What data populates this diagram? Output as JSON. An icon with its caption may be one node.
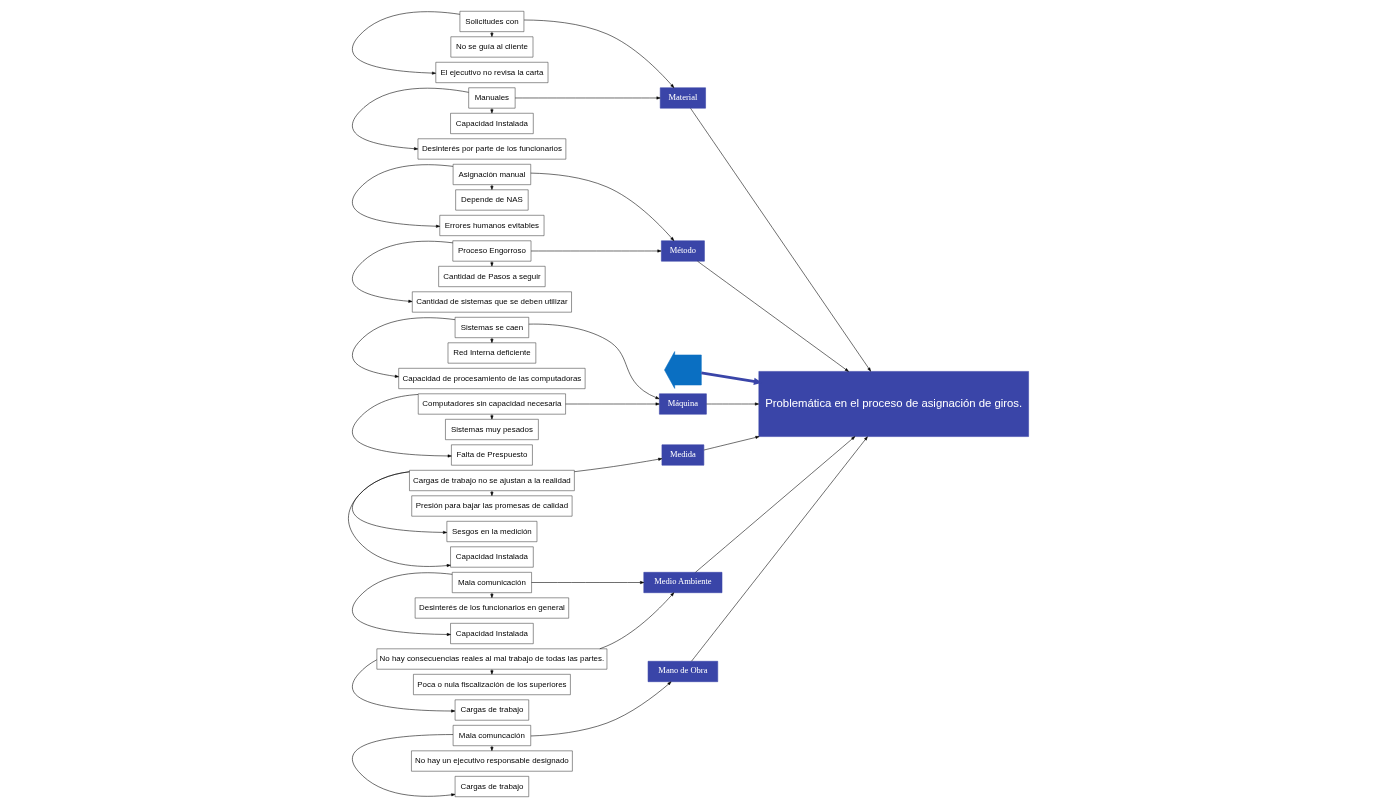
{
  "diagram": {
    "nodes": [
      {
        "text": [
          "Mano de Obra"
        ]
      },
      {
        "text": [
          "Material"
        ]
      },
      {
        "text": [
          "Método"
        ]
      },
      {
        "text": [
          "No hay un ejecutivo responsable designado"
        ]
      },
      {
        "text": [
          "Mala comuncación"
        ]
      },
      {
        "text": [
          "Cargas de trabajo"
        ]
      },
      {
        "text": [
          "No se guía al cliente"
        ]
      },
      {
        "text": [
          "Solicitudes con"
        ]
      },
      {
        "text": [
          "El ejecutivo no revisa la carta"
        ]
      },
      {
        "text": [
          "Capacidad Instalada"
        ]
      },
      {
        "text": [
          "Manuales"
        ]
      },
      {
        "text": [
          "Desinterés por parte de los funcionarios"
        ]
      },
      {
        "text": [
          "Depende de NAS"
        ]
      },
      {
        "text": [
          "Asignación manual"
        ]
      },
      {
        "text": [
          "Errores humanos evitables"
        ]
      },
      {
        "text": [
          "Cantidad de Pasos a seguir"
        ]
      },
      {
        "text": [
          "Proceso Engorroso"
        ]
      },
      {
        "text": [
          "Cantidad de sistemas que se deben utilizar"
        ]
      },
      {
        "text": [],
        "shape": "chevron"
      },
      {
        "text": [
          "Problemática en el proceso de asignación de giros."
        ]
      },
      {
        "text": [
          "Red Interna deficiente"
        ]
      },
      {
        "text": [
          "Sistemas se caen"
        ]
      },
      {
        "text": [
          "Capacidad de procesamiento de las computadoras"
        ]
      },
      {
        "text": [
          "Sistemas muy pesados"
        ]
      },
      {
        "text": [
          "Computadores sin capacidad necesaria"
        ]
      },
      {
        "text": [
          "Falta de Prespuesto"
        ]
      },
      {
        "text": [
          "Presión para bajar las promesas de calidad"
        ]
      },
      {
        "text": [
          "Cargas de trabajo no se ajustan a la realidad"
        ]
      },
      {
        "text": [
          "Sesgos en la medición"
        ]
      },
      {
        "text": [
          "Capacidad Instalada"
        ]
      },
      {
        "text": [
          "Desinterés de los funcionarios en general"
        ]
      },
      {
        "text": [
          "Mala comunicación"
        ]
      },
      {
        "text": [
          "Capacidad Instalada"
        ]
      },
      {
        "text": [
          "Poca o nula fiscalización de los superiores"
        ]
      },
      {
        "text": [
          "No hay consecuencias reales al mal trabajo de todas las partes."
        ]
      },
      {
        "text": [
          "Cargas de trabajo"
        ]
      },
      {
        "text": [
          "Máquina"
        ]
      },
      {
        "text": [
          "Medida"
        ]
      },
      {
        "text": [
          "Medio Ambiente"
        ]
      }
    ],
    "edges": [
      {
        "from": 18,
        "to": 19,
        "arrow": "to",
        "style": "thick",
        "color": "#3a45a8"
      },
      {
        "from": 0,
        "to": 19,
        "arrow": "to"
      },
      {
        "from": 1,
        "to": 19,
        "arrow": "to"
      },
      {
        "from": 2,
        "to": 19,
        "arrow": "to"
      },
      {
        "from": 36,
        "to": 19,
        "arrow": "to"
      },
      {
        "from": 37,
        "to": 19,
        "arrow": "to"
      },
      {
        "from": 38,
        "to": 19,
        "arrow": "to"
      },
      {
        "from": 4,
        "to": 0,
        "arrow": "to"
      },
      {
        "from": 4,
        "to": 3,
        "arrow": "to"
      },
      {
        "from": 4,
        "to": 5,
        "arrow": "to"
      },
      {
        "from": 7,
        "to": 1,
        "arrow": "to"
      },
      {
        "from": 7,
        "to": 6,
        "arrow": "to"
      },
      {
        "from": 7,
        "to": 8,
        "arrow": "to"
      },
      {
        "from": 10,
        "to": 1,
        "arrow": "to"
      },
      {
        "from": 10,
        "to": 9,
        "arrow": "to"
      },
      {
        "from": 10,
        "to": 11,
        "arrow": "to"
      },
      {
        "from": 13,
        "to": 2,
        "arrow": "to"
      },
      {
        "from": 13,
        "to": 12,
        "arrow": "to"
      },
      {
        "from": 13,
        "to": 14,
        "arrow": "to"
      },
      {
        "from": 16,
        "to": 2,
        "arrow": "to"
      },
      {
        "from": 16,
        "to": 15,
        "arrow": "to"
      },
      {
        "from": 16,
        "to": 17,
        "arrow": "to"
      },
      {
        "from": 21,
        "to": 36,
        "arrow": "to"
      },
      {
        "from": 21,
        "to": 20,
        "arrow": "to"
      },
      {
        "from": 21,
        "to": 22,
        "arrow": "to"
      },
      {
        "from": 24,
        "to": 36,
        "arrow": "to"
      },
      {
        "from": 24,
        "to": 23,
        "arrow": "to"
      },
      {
        "from": 24,
        "to": 25,
        "arrow": "to"
      },
      {
        "from": 27,
        "to": 37,
        "arrow": "to"
      },
      {
        "from": 27,
        "to": 26,
        "arrow": "to"
      },
      {
        "from": 27,
        "to": 28,
        "arrow": "to"
      },
      {
        "from": 27,
        "to": 29,
        "arrow": "to"
      },
      {
        "from": 31,
        "to": 38,
        "arrow": "to"
      },
      {
        "from": 31,
        "to": 30,
        "arrow": "to"
      },
      {
        "from": 31,
        "to": 32,
        "arrow": "to"
      },
      {
        "from": 34,
        "to": 38,
        "arrow": "to"
      },
      {
        "from": 34,
        "to": 33,
        "arrow": "to"
      },
      {
        "from": 34,
        "to": 35,
        "arrow": "to"
      }
    ]
  }
}
